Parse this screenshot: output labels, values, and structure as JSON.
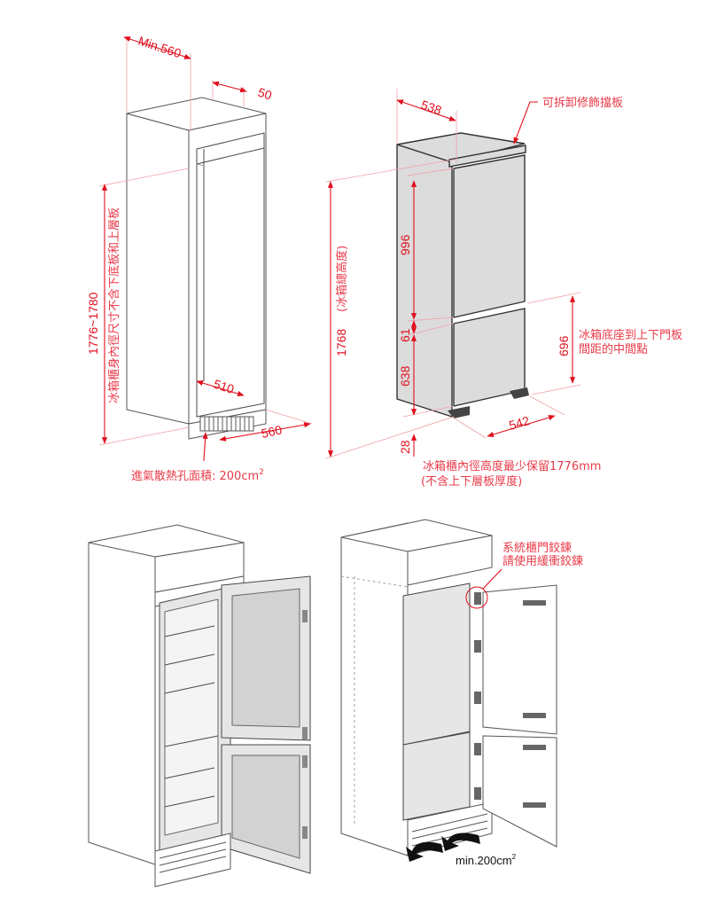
{
  "colors": {
    "accent": "#e0101e",
    "fridge": "#dcdcdc",
    "line": "#4a4a4a"
  },
  "cabinet_diagram": {
    "dim_min_width": "Min.560",
    "dim_gap": "50",
    "dim_height": "1776~1780",
    "height_note": "冰箱櫃身內徑尺寸不含下底板和上層板",
    "dim_depth_inner": "510",
    "dim_depth": "560",
    "vent_note": "進氣散熱孔面積: 200cm",
    "vent_note_sup": "2"
  },
  "fridge_diagram": {
    "dim_width": "538",
    "trim_note": "可拆卸修飾擋板",
    "dim_total_height": "1768",
    "total_height_note": "(冰箱總高度)",
    "dim_upper_door": "996",
    "dim_gap": "61",
    "dim_lower_door": "638",
    "dim_base": "28",
    "dim_mid": "696",
    "mid_note_line1": "冰箱底座到上下門板",
    "mid_note_line2": "間距的中間點",
    "dim_depth": "542",
    "min_height_note_line1": "冰箱櫃內徑高度最少保留1776mm",
    "min_height_note_line2": "(不含上下層板厚度)"
  },
  "installed_diagram": {
    "hinge_note_line1": "系統櫃門鉸鍊",
    "hinge_note_line2": "請使用緩衝鉸鍊",
    "airflow_label": "min.200cm",
    "airflow_sup": "2"
  }
}
